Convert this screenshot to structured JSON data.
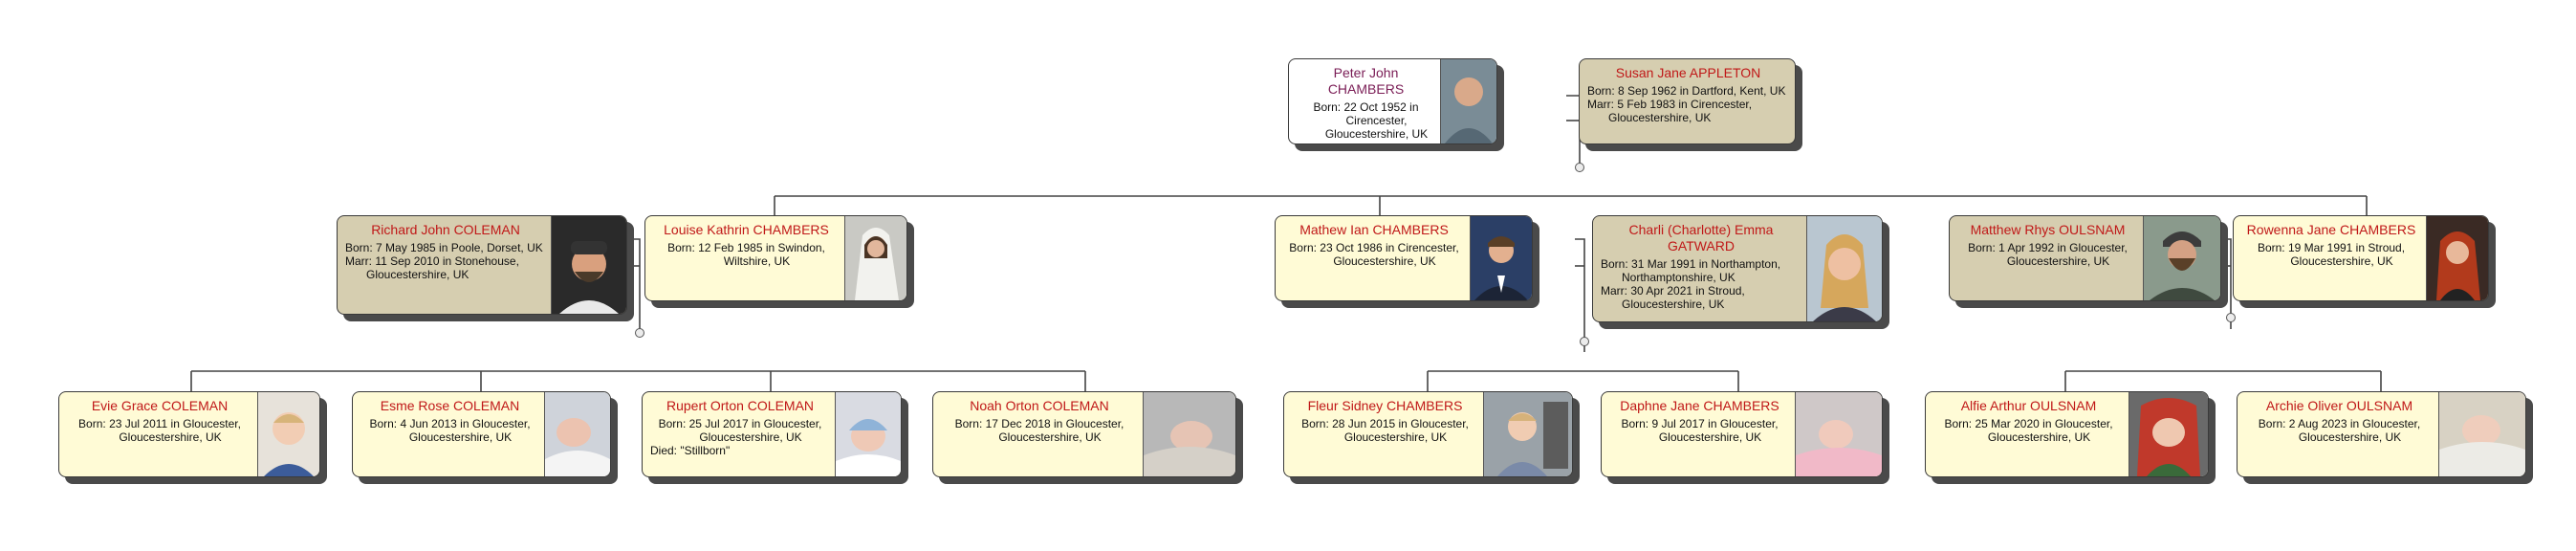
{
  "people": {
    "peter": {
      "name": "Peter John CHAMBERS",
      "born": "Born: 22 Oct 1952 in Cirencester, Gloucestershire, UK",
      "photo": "man-portrait-photo"
    },
    "susan": {
      "name": "Susan Jane APPLETON",
      "born": "Born: 8 Sep 1962 in Dartford, Kent, UK",
      "marr": "Marr: 5 Feb 1983 in Cirencester, Gloucestershire, UK"
    },
    "richard": {
      "name": "Richard John COLEMAN",
      "born": "Born: 7 May 1985 in Poole, Dorset, UK",
      "marr": "Marr: 11 Sep 2010 in Stonehouse, Gloucestershire, UK",
      "photo": "man-cap-photo"
    },
    "louise": {
      "name": "Louise Kathrin CHAMBERS",
      "born": "Born: 12 Feb 1985 in Swindon, Wiltshire, UK",
      "photo": "bride-photo"
    },
    "mathew": {
      "name": "Mathew Ian CHAMBERS",
      "born": "Born: 23 Oct 1986 in Cirencester, Gloucestershire, UK",
      "photo": "man-suit-photo"
    },
    "charli": {
      "name": "Charli (Charlotte) Emma GATWARD",
      "born": "Born: 31 Mar 1991 in Northampton, Northamptonshire, UK",
      "marr": "Marr: 30 Apr 2021 in Stroud, Gloucestershire, UK",
      "photo": "woman-portrait-photo"
    },
    "matthew": {
      "name": "Matthew Rhys OULSNAM",
      "born": "Born: 1 Apr 1992 in Gloucester, Gloucestershire, UK",
      "photo": "bearded-man-photo"
    },
    "rowenna": {
      "name": "Rowenna Jane CHAMBERS",
      "born": "Born: 19 Mar 1991 in Stroud, Gloucestershire, UK",
      "photo": "red-hair-woman-photo"
    },
    "evie": {
      "name": "Evie Grace COLEMAN",
      "born": "Born: 23 Jul 2011 in Gloucester, Gloucestershire, UK",
      "photo": "toddler-photo"
    },
    "esme": {
      "name": "Esme Rose COLEMAN",
      "born": "Born: 4 Jun 2013 in Gloucester, Gloucestershire, UK",
      "photo": "newborn-photo"
    },
    "rupert": {
      "name": "Rupert Orton COLEMAN",
      "born": "Born: 25 Jul 2017 in Gloucester, Gloucestershire, UK",
      "died": "Died: \"Stillborn\"",
      "photo": "baby-hat-photo"
    },
    "noah": {
      "name": "Noah Orton COLEMAN",
      "born": "Born: 17 Dec 2018 in Gloucester, Gloucestershire, UK",
      "photo": "sleeping-baby-photo"
    },
    "fleur": {
      "name": "Fleur Sidney CHAMBERS",
      "born": "Born: 28 Jun 2015 in Gloucester, Gloucestershire, UK",
      "photo": "child-photo"
    },
    "daphne": {
      "name": "Daphne Jane CHAMBERS",
      "born": "Born: 9 Jul 2017 in Gloucester, Gloucestershire, UK",
      "photo": "infant-pink-photo"
    },
    "alfie": {
      "name": "Alfie Arthur OULSNAM",
      "born": "Born: 25 Mar 2020 in Gloucester, Gloucestershire, UK",
      "photo": "baby-car-seat-photo"
    },
    "archie": {
      "name": "Archie Oliver OULSNAM",
      "born": "Born: 2 Aug 2023 in Gloucester, Gloucestershire, UK",
      "photo": "newborn-blanket-photo"
    }
  },
  "colors": {
    "card_male": "#ffffff",
    "card_blood": "#fffbd6",
    "card_spouse": "#d6ceb0",
    "name_male": "#7a1c55",
    "name_female": "#c01818",
    "line": "#444444"
  }
}
